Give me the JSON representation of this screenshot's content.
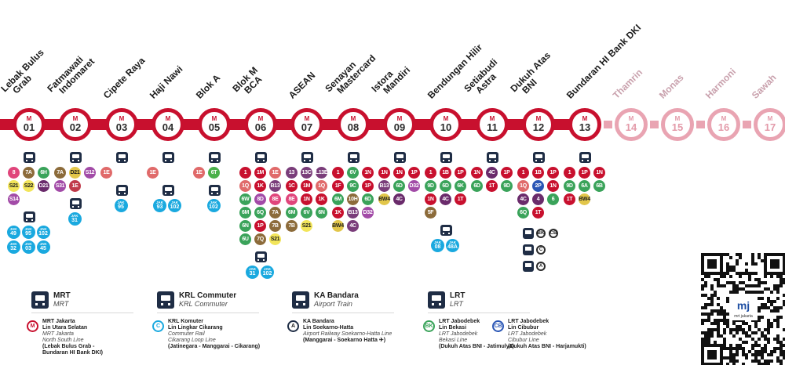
{
  "line_color": "#c8102e",
  "future_color": "#e9a4b2",
  "stations": [
    {
      "code": "01",
      "label": "M",
      "name": [
        "Lebak Bulus",
        "Grab"
      ],
      "future": false
    },
    {
      "code": "02",
      "label": "M",
      "name": [
        "Fatmawati",
        "Indomaret"
      ],
      "future": false
    },
    {
      "code": "03",
      "label": "M",
      "name": [
        "Cipete Raya"
      ],
      "future": false
    },
    {
      "code": "04",
      "label": "M",
      "name": [
        "Haji Nawi"
      ],
      "future": false
    },
    {
      "code": "05",
      "label": "M",
      "name": [
        "Blok A"
      ],
      "future": false
    },
    {
      "code": "06",
      "label": "M",
      "name": [
        "Blok M",
        "BCA"
      ],
      "future": false
    },
    {
      "code": "07",
      "label": "M",
      "name": [
        "ASEAN"
      ],
      "future": false
    },
    {
      "code": "08",
      "label": "M",
      "name": [
        "Senayan",
        "Mastercard"
      ],
      "future": false
    },
    {
      "code": "09",
      "label": "M",
      "name": [
        "Istora",
        "Mandiri"
      ],
      "future": false
    },
    {
      "code": "10",
      "label": "M",
      "name": [
        "Bendungan Hilir"
      ],
      "future": false
    },
    {
      "code": "11",
      "label": "M",
      "name": [
        "Setiabudi",
        "Astra"
      ],
      "future": false
    },
    {
      "code": "12",
      "label": "M",
      "name": [
        "Dukuh Atas",
        "BNI"
      ],
      "future": false
    },
    {
      "code": "13",
      "label": "M",
      "name": [
        "Bundaran HI Bank DKI"
      ],
      "future": false
    },
    {
      "code": "14",
      "label": "M",
      "name": [
        "Thamrin"
      ],
      "future": true
    },
    {
      "code": "15",
      "label": "M",
      "name": [
        "Monas"
      ],
      "future": true
    },
    {
      "code": "16",
      "label": "M",
      "name": [
        "Harmoni"
      ],
      "future": true
    },
    {
      "code": "17",
      "label": "M",
      "name": [
        "Sawah"
      ],
      "future": true
    }
  ],
  "connections": [
    {
      "groups": [
        {
          "routes": [
            [
              "8",
              "#e0457b"
            ],
            [
              "7A",
              "#8c6b3a"
            ],
            [
              "6H",
              "#3aa35a"
            ],
            [
              "S21",
              "#f2e55a"
            ],
            [
              "S22",
              "#f2e55a"
            ],
            [
              "D21",
              "#6a2b6b"
            ],
            [
              "S14",
              "#a24ba7"
            ]
          ]
        },
        {
          "jak": [
            "49",
            "95",
            "102",
            "32",
            "03",
            "45"
          ]
        }
      ]
    },
    {
      "groups": [
        {
          "routes": [
            [
              "7A",
              "#8c6b3a"
            ],
            [
              "D21",
              "#e2c64a"
            ],
            [
              "S12",
              "#a24ba7"
            ],
            [
              "S31",
              "#a24ba7"
            ],
            [
              "1E",
              "#c03a4a"
            ]
          ]
        },
        {
          "jak": [
            "31"
          ]
        }
      ]
    },
    {
      "groups": [
        {
          "routes": [
            [
              "1E",
              "#e06a6a"
            ]
          ]
        },
        {
          "jak": [
            "95"
          ]
        }
      ]
    },
    {
      "groups": [
        {
          "routes": [
            [
              "1E",
              "#e06a6a"
            ]
          ]
        },
        {
          "jak": [
            "93",
            "102"
          ]
        }
      ]
    },
    {
      "groups": [
        {
          "routes": [
            [
              "1E",
              "#e06a6a"
            ],
            [
              "6T",
              "#4ab04a"
            ]
          ]
        },
        {
          "jak": [
            "102"
          ]
        }
      ]
    },
    {
      "groups": [
        {
          "routes": [
            [
              "1",
              "#c8102e"
            ],
            [
              "1M",
              "#c8102e"
            ],
            [
              "1E",
              "#e06a6a"
            ],
            [
              "1Q",
              "#e06a6a"
            ],
            [
              "1K",
              "#c8102e"
            ],
            [
              "B13",
              "#7a3d7a"
            ],
            [
              "6W",
              "#3aa35a"
            ],
            [
              "8D",
              "#a24ba7"
            ],
            [
              "8E",
              "#e0457b"
            ],
            [
              "6M",
              "#3aa35a"
            ],
            [
              "6Q",
              "#3aa35a"
            ],
            [
              "7A",
              "#8c6b3a"
            ],
            [
              "6N",
              "#3aa35a"
            ],
            [
              "1P",
              "#c8102e"
            ],
            [
              "7B",
              "#8c6b3a"
            ],
            [
              "6U",
              "#3aa35a"
            ],
            [
              "7Q",
              "#8c6b3a"
            ],
            [
              "S21",
              "#f2e55a"
            ]
          ]
        },
        {
          "jak": [
            "31",
            "102"
          ]
        }
      ]
    },
    {
      "groups": [
        {
          "routes": [
            [
              "13",
              "#7a3d7a"
            ],
            [
              "13C",
              "#7a3d7a"
            ],
            [
              "L13E",
              "#7a3d7a"
            ],
            [
              "1C",
              "#c8102e"
            ],
            [
              "1M",
              "#c8102e"
            ],
            [
              "1Q",
              "#e06a6a"
            ],
            [
              "8E",
              "#e0457b"
            ],
            [
              "1N",
              "#c8102e"
            ],
            [
              "1K",
              "#c8102e"
            ],
            [
              "6M",
              "#3aa35a"
            ],
            [
              "6V",
              "#3aa35a"
            ],
            [
              "6N",
              "#3aa35a"
            ],
            [
              "7B",
              "#8c6b3a"
            ],
            [
              "S21",
              "#f2e55a"
            ]
          ]
        }
      ]
    },
    {
      "groups": [
        {
          "routes": [
            [
              "1",
              "#c8102e"
            ],
            [
              "6V",
              "#3aa35a"
            ],
            [
              "1N",
              "#c8102e"
            ],
            [
              "1F",
              "#c8102e"
            ],
            [
              "9C",
              "#3aa35a"
            ],
            [
              "1P",
              "#c8102e"
            ],
            [
              "6M",
              "#3aa35a"
            ],
            [
              "10H",
              "#8c6b3a"
            ],
            [
              "6D",
              "#3aa35a"
            ],
            [
              "1K",
              "#c8102e"
            ],
            [
              "B13",
              "#7a3d7a"
            ],
            [
              "D32",
              "#a24ba7"
            ],
            [
              "BW4",
              "#e2c64a"
            ],
            [
              "4C",
              "#7a3d7a"
            ]
          ]
        }
      ]
    },
    {
      "groups": [
        {
          "routes": [
            [
              "1N",
              "#c8102e"
            ],
            [
              "1N",
              "#c8102e"
            ],
            [
              "1P",
              "#c8102e"
            ],
            [
              "B13",
              "#7a3d7a"
            ],
            [
              "6D",
              "#3aa35a"
            ],
            [
              "D32",
              "#a24ba7"
            ],
            [
              "BW4",
              "#e2c64a"
            ],
            [
              "4C",
              "#6a2b6b"
            ]
          ]
        }
      ]
    },
    {
      "groups": [
        {
          "routes": [
            [
              "1",
              "#c8102e"
            ],
            [
              "1B",
              "#c8102e"
            ],
            [
              "1P",
              "#c8102e"
            ],
            [
              "9D",
              "#3aa35a"
            ],
            [
              "6D",
              "#3aa35a"
            ],
            [
              "6K",
              "#3aa35a"
            ],
            [
              "1N",
              "#c8102e"
            ],
            [
              "4C",
              "#6a2b6b"
            ],
            [
              "1T",
              "#c8102e"
            ],
            [
              "5F",
              "#8c6b3a"
            ]
          ]
        },
        {
          "jak": [
            "08",
            "48A"
          ]
        }
      ]
    },
    {
      "groups": [
        {
          "routes": [
            [
              "1N",
              "#c8102e"
            ],
            [
              "4C",
              "#6a2b6b"
            ],
            [
              "1P",
              "#c8102e"
            ],
            [
              "6D",
              "#3aa35a"
            ],
            [
              "1T",
              "#c8102e"
            ],
            [
              "9D",
              "#3aa35a"
            ]
          ]
        }
      ]
    },
    {
      "groups": [
        {
          "routes": [
            [
              "1",
              "#c8102e"
            ],
            [
              "1B",
              "#c8102e"
            ],
            [
              "1P",
              "#c8102e"
            ],
            [
              "1Q",
              "#e06a6a"
            ],
            [
              "2P",
              "#2a56b5"
            ],
            [
              "1N",
              "#c8102e"
            ],
            [
              "4C",
              "#6a2b6b"
            ],
            [
              "4",
              "#6a2b6b"
            ],
            [
              "6",
              "#3aa35a"
            ],
            [
              "6Q",
              "#3aa35a"
            ],
            [
              "1T",
              "#c8102e"
            ]
          ]
        },
        {
          "interchange": [
            "BK",
            "CB",
            "C",
            "A"
          ]
        }
      ]
    },
    {
      "groups": [
        {
          "routes": [
            [
              "1",
              "#c8102e"
            ],
            [
              "1P",
              "#c8102e"
            ],
            [
              "1N",
              "#c8102e"
            ],
            [
              "9D",
              "#3aa35a"
            ],
            [
              "6A",
              "#3aa35a"
            ],
            [
              "6B",
              "#3aa35a"
            ],
            [
              "1T",
              "#c8102e"
            ],
            [
              "BW4",
              "#e2c64a"
            ]
          ]
        }
      ]
    }
  ],
  "legend": [
    {
      "title": "MRT",
      "subtitle": "MRT",
      "badge": "M",
      "badge_color": "#c8102e",
      "lines": [
        [
          "MRT Jakarta",
          "b"
        ],
        [
          "Lin Utara Selatan",
          "b"
        ],
        [
          "MRT Jakarta",
          "i"
        ],
        [
          "North South Line",
          "i"
        ],
        [
          "(Lebak Bulus Grab -",
          "b"
        ],
        [
          "Bundaran HI Bank DKI)",
          "b"
        ]
      ]
    },
    {
      "title": "KRL Commuter",
      "subtitle": "KRL Commuter",
      "badge": "C",
      "badge_color": "#1aa9df",
      "lines": [
        [
          "KRL Komuter",
          "b"
        ],
        [
          "Lin Lingkar Cikarang",
          "b"
        ],
        [
          "Commuter Rail",
          "i"
        ],
        [
          "Cikarang Loop Line",
          "i"
        ],
        [
          "(Jatinegara - Manggarai - Cikarang)",
          "b"
        ]
      ]
    },
    {
      "title": "KA Bandara",
      "subtitle": "Airport Train",
      "badge": "A",
      "badge_color": "#1f2d45",
      "lines": [
        [
          "KA Bandara",
          "b"
        ],
        [
          "Lin Soekarno-Hatta",
          "b"
        ],
        [
          "Airport Railway Soekarno-Hatta Line",
          "i"
        ],
        [
          "(Manggarai - Soekarno Hatta ✈)",
          "b"
        ]
      ]
    },
    {
      "title": "LRT",
      "subtitle": "LRT",
      "badges": [
        [
          "BK",
          "#3aa35a"
        ],
        [
          "CB",
          "#2a56b5"
        ]
      ],
      "columns": [
        [
          [
            "LRT Jabodebek",
            "b"
          ],
          [
            "Lin Bekasi",
            "b"
          ],
          [
            "LRT Jabodebek",
            "i"
          ],
          [
            "Bekasi Line",
            "i"
          ],
          [
            "(Dukuh Atas BNI - Jatimulya)",
            "b"
          ]
        ],
        [
          [
            "LRT Jabodebek",
            "b"
          ],
          [
            "Lin Cibubur",
            "b"
          ],
          [
            "LRT Jabodebek",
            "i"
          ],
          [
            "Cibubur Line",
            "i"
          ],
          [
            "(Dukuh Atas BNI - Harjamukti)",
            "b"
          ]
        ]
      ]
    }
  ],
  "jak_label": "JAK",
  "qr_caption": "mrt jakarta"
}
